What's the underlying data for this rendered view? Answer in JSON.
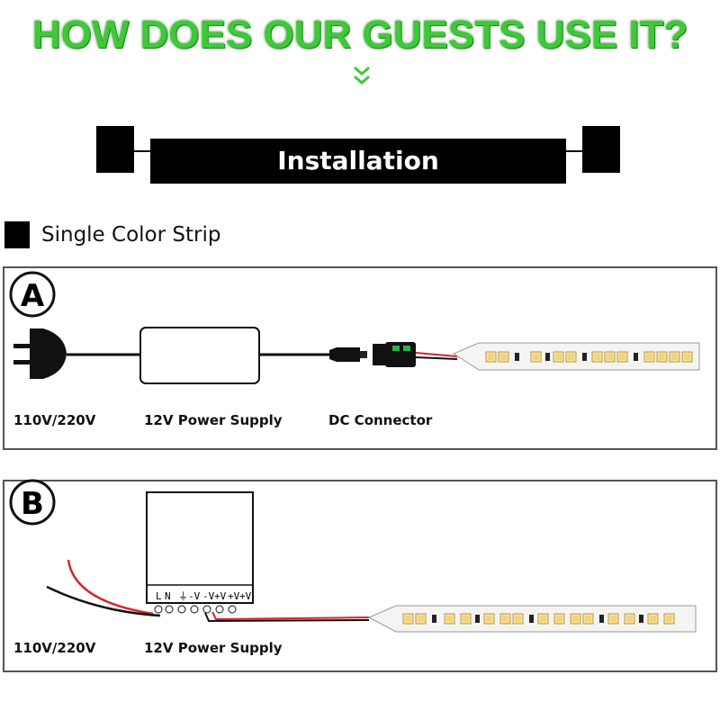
{
  "header": {
    "headline": "HOW DOES OUR GUESTS USE IT?",
    "chevron_icon": "double-chevron-down-icon"
  },
  "banner": {
    "title": "Installation"
  },
  "section": {
    "title": "Single Color Strip"
  },
  "diagram_a": {
    "badge": "A",
    "labels": {
      "mains": "110V/220V",
      "power_supply": "12V Power Supply",
      "connector": "DC Connector"
    }
  },
  "diagram_b": {
    "badge": "B",
    "labels": {
      "mains": "110V/220V",
      "power_supply": "12V Power Supply"
    },
    "terminals": [
      "L",
      "N",
      "⏚",
      "-V",
      "-V",
      "+V",
      "+V",
      "+V"
    ]
  },
  "colors": {
    "headline_green": "#3fc83a",
    "banner_black": "#000000",
    "wire_red": "#d8232a",
    "strip_white": "#f4f4f2",
    "led_amber": "#f3d27a"
  }
}
